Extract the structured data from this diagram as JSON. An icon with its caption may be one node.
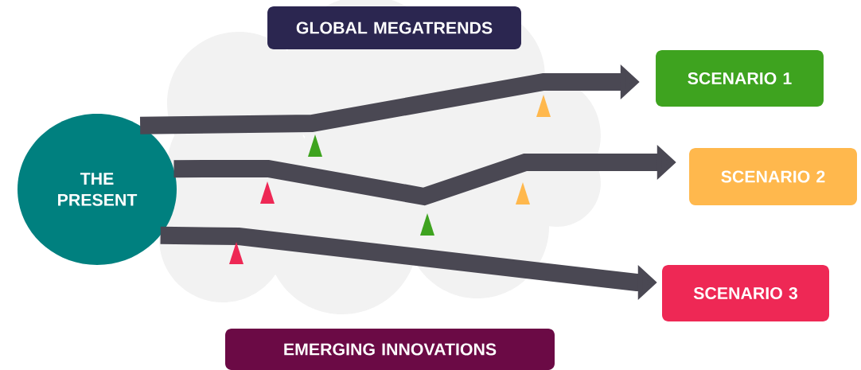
{
  "diagram": {
    "nodes": [
      {
        "text": [
          "THE PRESENT"
        ]
      },
      {
        "text": [
          "SCENARIO 1"
        ]
      },
      {
        "text": [
          "SCENARIO 2"
        ]
      },
      {
        "text": [
          "SCENARIO 3"
        ]
      },
      {
        "text": [
          "GLOBAL MEGATRENDS"
        ]
      },
      {
        "text": [
          "EMERGING INNOVATIONS"
        ]
      }
    ],
    "edges": [
      {
        "from": 0,
        "to": 1,
        "arrow": "to"
      },
      {
        "from": 0,
        "to": 2,
        "arrow": "to"
      },
      {
        "from": 0,
        "to": 3,
        "arrow": "to"
      }
    ]
  }
}
